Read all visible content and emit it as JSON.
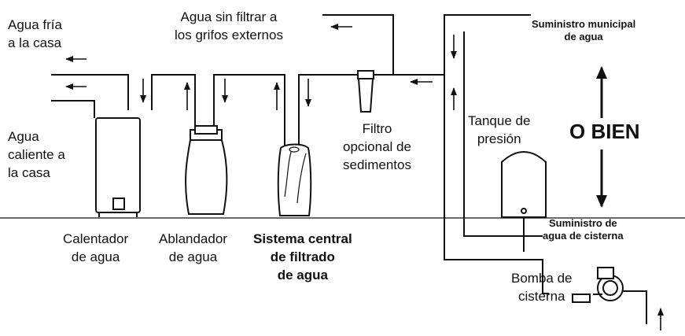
{
  "labels": {
    "cold_water": "Agua fría\na la casa",
    "hot_water": "Agua\ncaliente a\nla casa",
    "unfiltered": "Agua sin filtrar a\nlos grifos externos",
    "sediment_filter": "Filtro\nopcional de\nsedimentos",
    "pressure_tank": "Tanque de\npresión",
    "either_or": "O BIEN",
    "municipal": "Suministro municipal\nde agua",
    "well_supply": "Suministro de\nagua de cisterna",
    "heater": "Calentador\nde agua",
    "softener": "Ablandador\nde agua",
    "central_system": "Sistema central\nde filtrado\nde agua",
    "well_pump": "Bomba de\ncisterna"
  },
  "colors": {
    "line": "#111111",
    "fill": "#ffffff"
  }
}
